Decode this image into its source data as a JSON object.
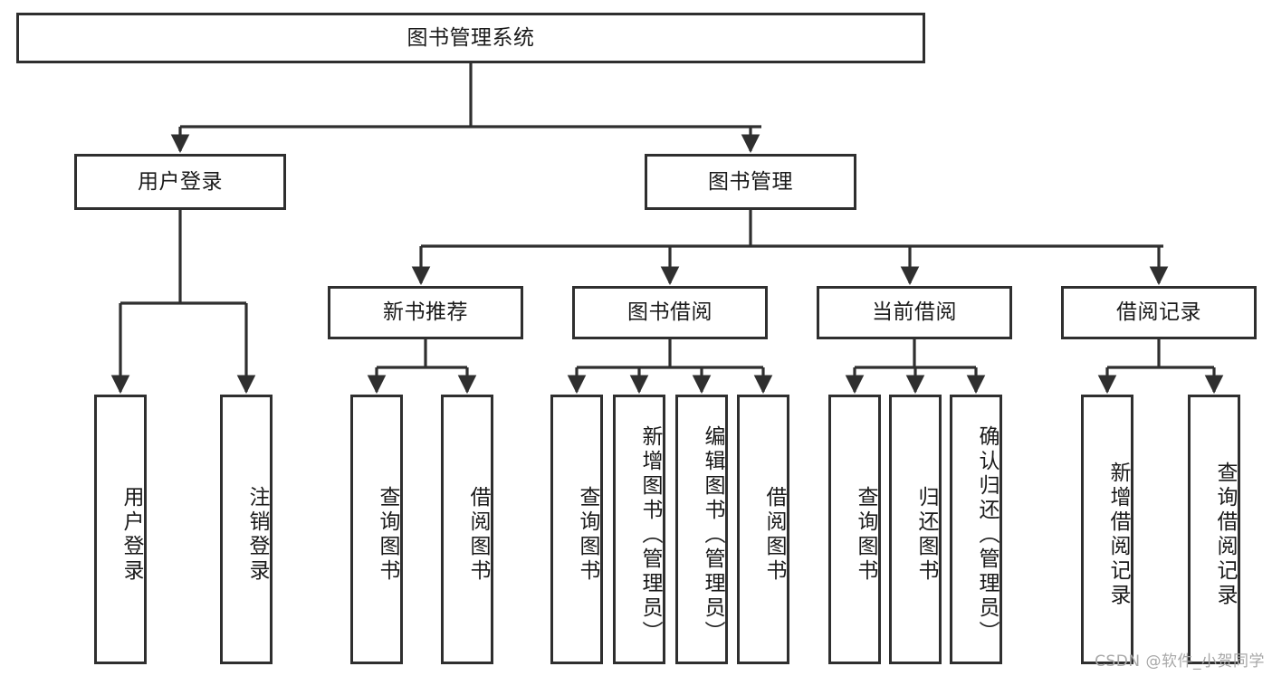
{
  "diagram": {
    "title": "图书管理系统",
    "type": "functional-structure-tree",
    "root": {
      "id": "root",
      "label": "图书管理系统"
    },
    "level2": [
      {
        "id": "user-login",
        "label": "用户登录"
      },
      {
        "id": "book-manage",
        "label": "图书管理"
      }
    ],
    "level3": [
      {
        "id": "new-book-recommend",
        "label": "新书推荐",
        "parent": "book-manage"
      },
      {
        "id": "book-borrow",
        "label": "图书借阅",
        "parent": "book-manage"
      },
      {
        "id": "current-borrow",
        "label": "当前借阅",
        "parent": "book-manage"
      },
      {
        "id": "borrow-record",
        "label": "借阅记录",
        "parent": "book-manage"
      }
    ],
    "leaves": [
      {
        "id": "leaf-user-login",
        "label": "用户登录",
        "parent": "user-login"
      },
      {
        "id": "leaf-logout-login",
        "label": "注销登录",
        "parent": "user-login"
      },
      {
        "id": "leaf-query-book-1",
        "label": "查询图书",
        "parent": "new-book-recommend"
      },
      {
        "id": "leaf-borrow-book-1",
        "label": "借阅图书",
        "parent": "new-book-recommend"
      },
      {
        "id": "leaf-query-book-2",
        "label": "查询图书",
        "parent": "book-borrow"
      },
      {
        "id": "leaf-add-book",
        "label": "新增图书（管理员）",
        "parent": "book-borrow"
      },
      {
        "id": "leaf-edit-book",
        "label": "编辑图书（管理员）",
        "parent": "book-borrow"
      },
      {
        "id": "leaf-borrow-book-2",
        "label": "借阅图书",
        "parent": "book-borrow"
      },
      {
        "id": "leaf-query-book-3",
        "label": "查询图书",
        "parent": "current-borrow"
      },
      {
        "id": "leaf-return-book",
        "label": "归还图书",
        "parent": "current-borrow"
      },
      {
        "id": "leaf-confirm-return",
        "label": "确认归还（管理员）",
        "parent": "current-borrow"
      },
      {
        "id": "leaf-add-record",
        "label": "新增借阅记录",
        "parent": "borrow-record"
      },
      {
        "id": "leaf-query-record",
        "label": "查询借阅记录",
        "parent": "borrow-record"
      }
    ],
    "colors": {
      "stroke": "#2f2f2f",
      "background": "#ffffff",
      "text": "#1a1a1a",
      "watermark": "#a8a8a8"
    }
  },
  "watermark": {
    "text": "CSDN @软件_小贺同学"
  }
}
